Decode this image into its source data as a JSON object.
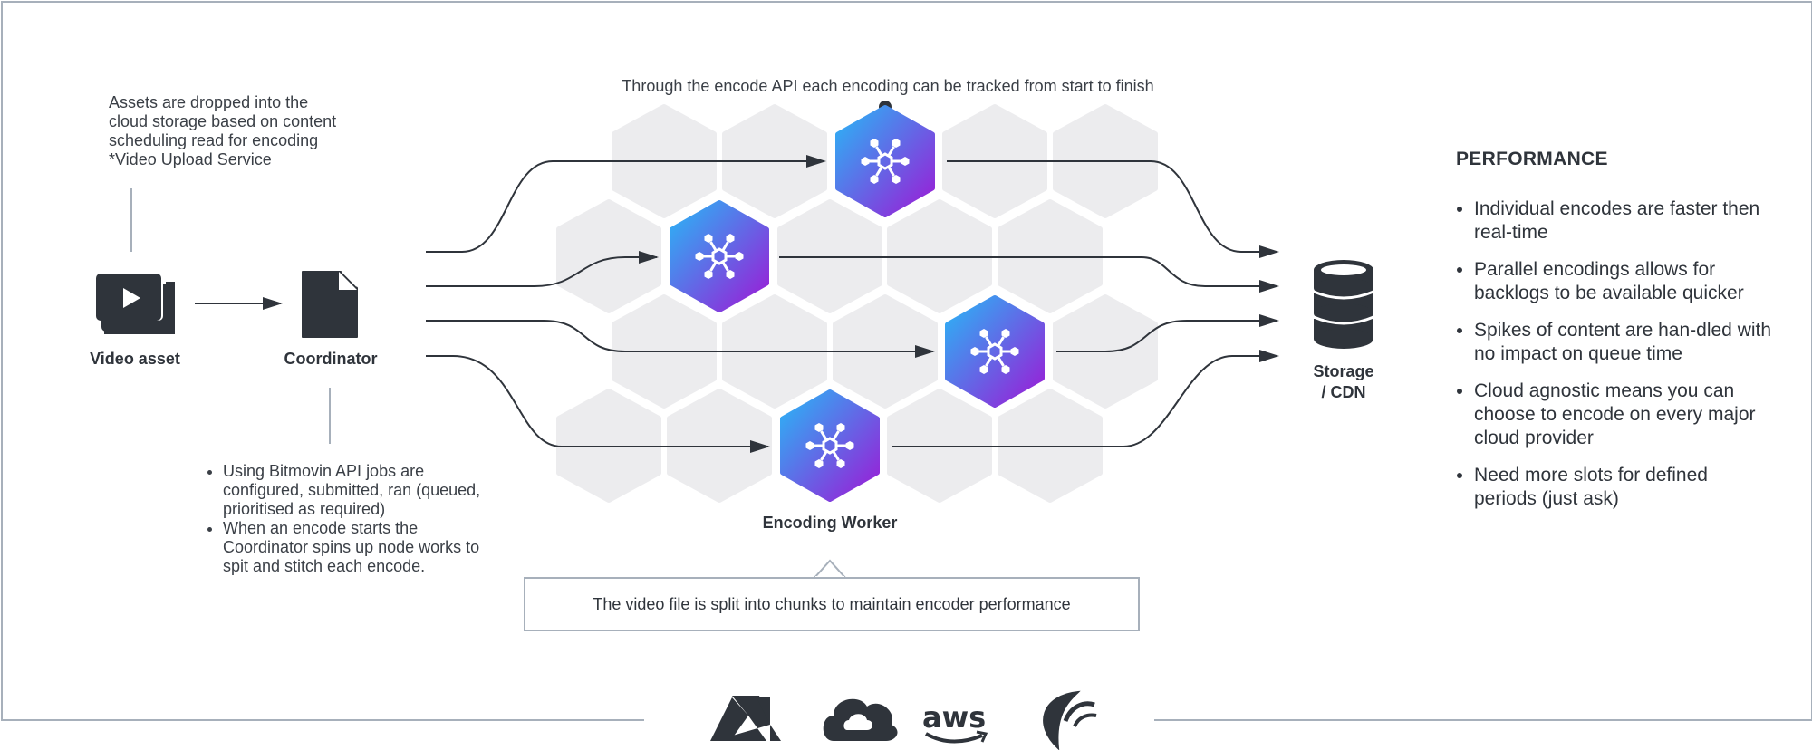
{
  "top_note": "Through the encode API each encoding can be tracked from start to finish",
  "upload_note": "Assets are dropped into the\ncloud storage based on content\nscheduling read for encoding\n*Video Upload Service",
  "video_asset_label": "Video asset",
  "coordinator_label": "Coordinator",
  "coordinator_notes": [
    "Using Bitmovin API jobs are configured, submitted, ran (queued, prioritised as required)",
    "When an encode starts the Coordinator spins up node works to spit and stitch each encode."
  ],
  "encoding_worker_label": "Encoding Worker",
  "split_note": "The video file is split into chunks to maintain encoder performance",
  "storage_label_line1": "Storage",
  "storage_label_line2": "/ CDN",
  "performance": {
    "title": "PERFORMANCE",
    "items": [
      "Individual encodes are faster then real-time",
      "Parallel encodings allows for backlogs to be available quicker",
      "Spikes of content are han-dled with no impact on queue time",
      "Cloud agnostic means you can choose to encode on every major cloud provider",
      "Need more slots for defined periods (just ask)"
    ]
  },
  "cloud_providers": [
    "azure-icon",
    "google-cloud-icon",
    "aws-icon",
    "digitalocean-icon"
  ],
  "aws_text": "aws",
  "colors": {
    "frame": "#a7b0bb",
    "hex_bg": "#ececee",
    "worker_gradient_start": "#29b6f6",
    "worker_gradient_end": "#9c1ad6",
    "dark_icon": "#2f343b",
    "arrow": "#2f343b"
  }
}
